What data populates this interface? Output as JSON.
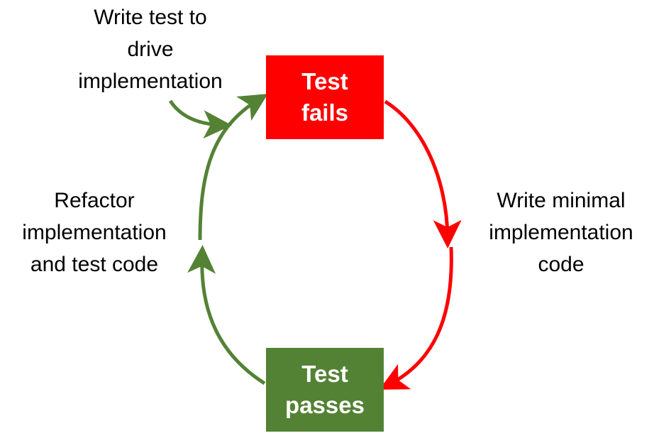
{
  "boxes": {
    "fail": {
      "line1": "Test",
      "line2": "fails",
      "color": "#ff0000"
    },
    "pass": {
      "line1": "Test",
      "line2": "passes",
      "color": "#548235"
    }
  },
  "labels": {
    "write_test": [
      "Write test to",
      "drive",
      "implementation"
    ],
    "refactor": [
      "Refactor",
      "implementation",
      "and test code"
    ],
    "minimal": [
      "Write minimal",
      "implementation",
      "code"
    ]
  },
  "colors": {
    "red_arrow": "#ff0000",
    "green_arrow": "#548235"
  }
}
